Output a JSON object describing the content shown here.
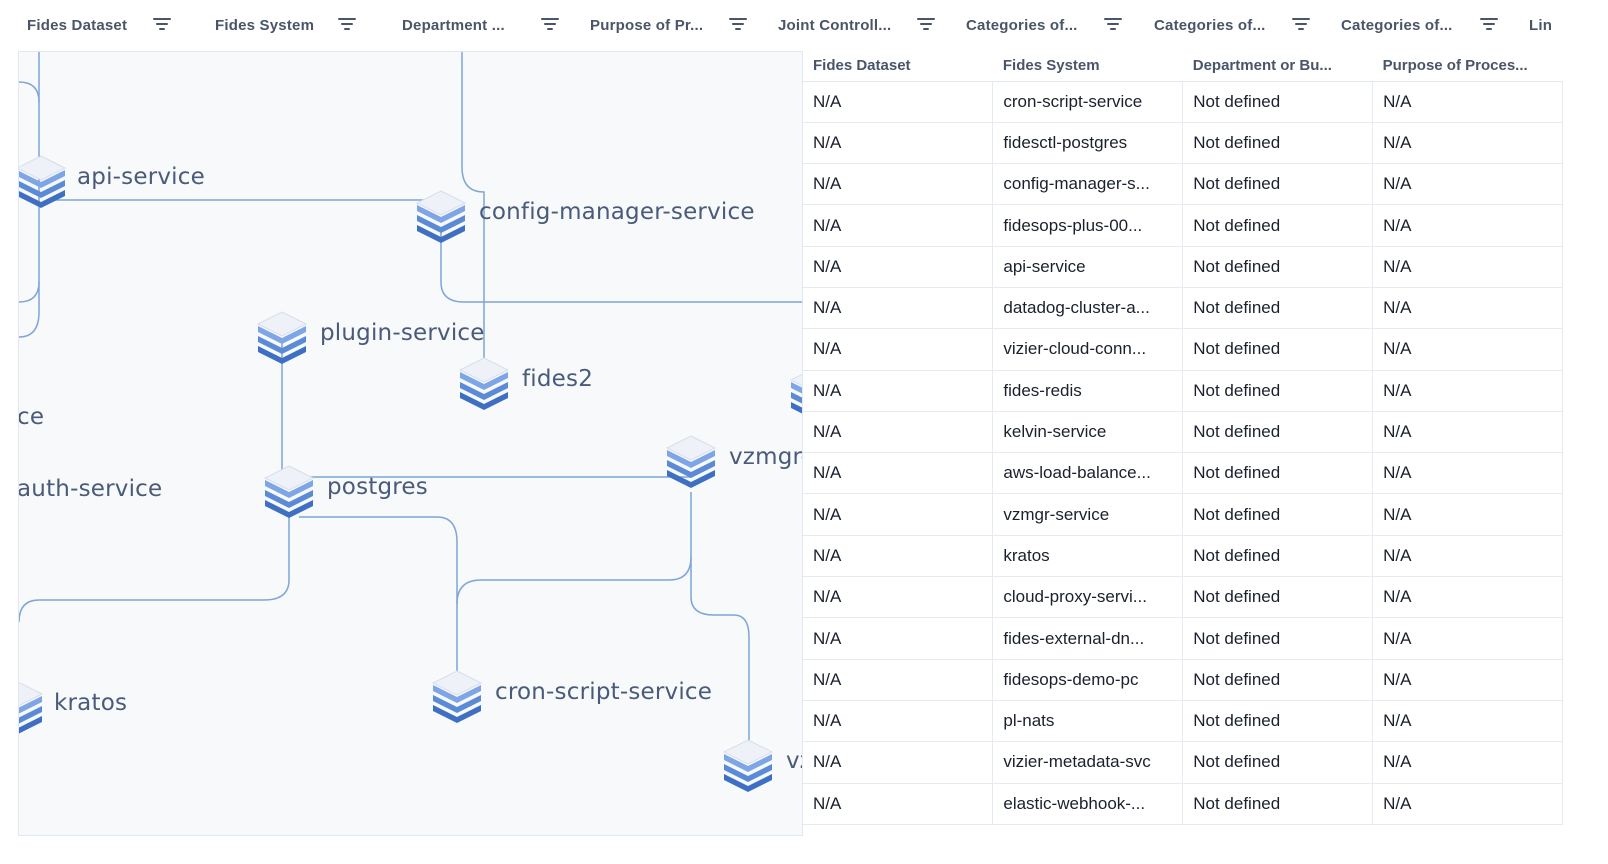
{
  "filters": [
    {
      "label": "Fides Dataset"
    },
    {
      "label": "Fides System"
    },
    {
      "label": "Department ..."
    },
    {
      "label": "Purpose of Pr..."
    },
    {
      "label": "Joint Controll..."
    },
    {
      "label": "Categories of..."
    },
    {
      "label": "Categories of..."
    },
    {
      "label": "Categories of..."
    },
    {
      "label": "Lin"
    }
  ],
  "graph": {
    "nodes": [
      {
        "id": "api-service",
        "label": "api-service"
      },
      {
        "id": "config-manager-service",
        "label": "config-manager-service"
      },
      {
        "id": "plugin-service",
        "label": "plugin-service"
      },
      {
        "id": "fides2",
        "label": "fides2"
      },
      {
        "id": "partial-ce",
        "label": "ce"
      },
      {
        "id": "auth-service",
        "label": "auth-service"
      },
      {
        "id": "postgres",
        "label": "postgres"
      },
      {
        "id": "vzmgr",
        "label": "vzmgr-"
      },
      {
        "id": "kratos",
        "label": "kratos"
      },
      {
        "id": "cron-script-service",
        "label": "cron-script-service"
      },
      {
        "id": "vz-partial",
        "label": "vz"
      }
    ]
  },
  "table": {
    "headers": [
      "Fides Dataset",
      "Fides System",
      "Department or Bu...",
      "Purpose of Proces..."
    ],
    "rows": [
      [
        "N/A",
        "cron-script-service",
        "Not defined",
        "N/A"
      ],
      [
        "N/A",
        "fidesctl-postgres",
        "Not defined",
        "N/A"
      ],
      [
        "N/A",
        "config-manager-s...",
        "Not defined",
        "N/A"
      ],
      [
        "N/A",
        "fidesops-plus-00...",
        "Not defined",
        "N/A"
      ],
      [
        "N/A",
        "api-service",
        "Not defined",
        "N/A"
      ],
      [
        "N/A",
        "datadog-cluster-a...",
        "Not defined",
        "N/A"
      ],
      [
        "N/A",
        "vizier-cloud-conn...",
        "Not defined",
        "N/A"
      ],
      [
        "N/A",
        "fides-redis",
        "Not defined",
        "N/A"
      ],
      [
        "N/A",
        "kelvin-service",
        "Not defined",
        "N/A"
      ],
      [
        "N/A",
        "aws-load-balance...",
        "Not defined",
        "N/A"
      ],
      [
        "N/A",
        "vzmgr-service",
        "Not defined",
        "N/A"
      ],
      [
        "N/A",
        "kratos",
        "Not defined",
        "N/A"
      ],
      [
        "N/A",
        "cloud-proxy-servi...",
        "Not defined",
        "N/A"
      ],
      [
        "N/A",
        "fides-external-dn...",
        "Not defined",
        "N/A"
      ],
      [
        "N/A",
        "fidesops-demo-pc",
        "Not defined",
        "N/A"
      ],
      [
        "N/A",
        "pl-nats",
        "Not defined",
        "N/A"
      ],
      [
        "N/A",
        "vizier-metadata-svc",
        "Not defined",
        "N/A"
      ],
      [
        "N/A",
        "elastic-webhook-...",
        "Not defined",
        "N/A"
      ]
    ]
  },
  "colors": {
    "edge": "#7ea6d6",
    "node_top": "#f2f5fa",
    "node_stripe": "#5b8bd6",
    "label": "#4a5a7a"
  },
  "icons": {
    "filter": "filter-lines-icon",
    "node": "database-stack-icon"
  }
}
